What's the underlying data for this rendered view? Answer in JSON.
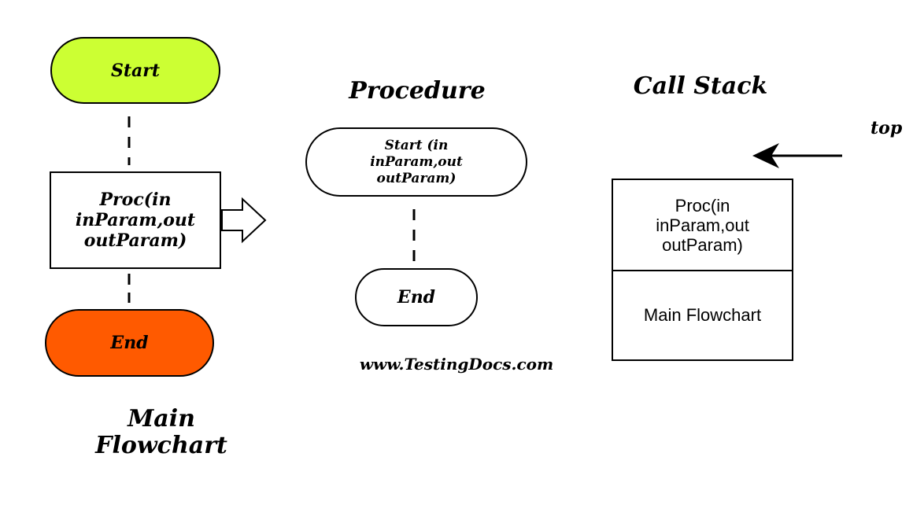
{
  "main_flowchart": {
    "start_label": "Start",
    "proc_label": "Proc(in inParam,out outParam)",
    "end_label": "End",
    "caption": "Main Flowchart",
    "colors": {
      "start_fill": "#ccff33",
      "end_fill": "#ff5a00"
    }
  },
  "procedure": {
    "title": "Procedure",
    "start_label": "Start (in inParam,out outParam)",
    "end_label": "End",
    "website": "www.TestingDocs.com"
  },
  "call_stack": {
    "title": "Call Stack",
    "top_pointer_label": "top",
    "frames": [
      {
        "label": "Proc(in inParam,out outParam)"
      },
      {
        "label": "Main Flowchart"
      }
    ]
  }
}
